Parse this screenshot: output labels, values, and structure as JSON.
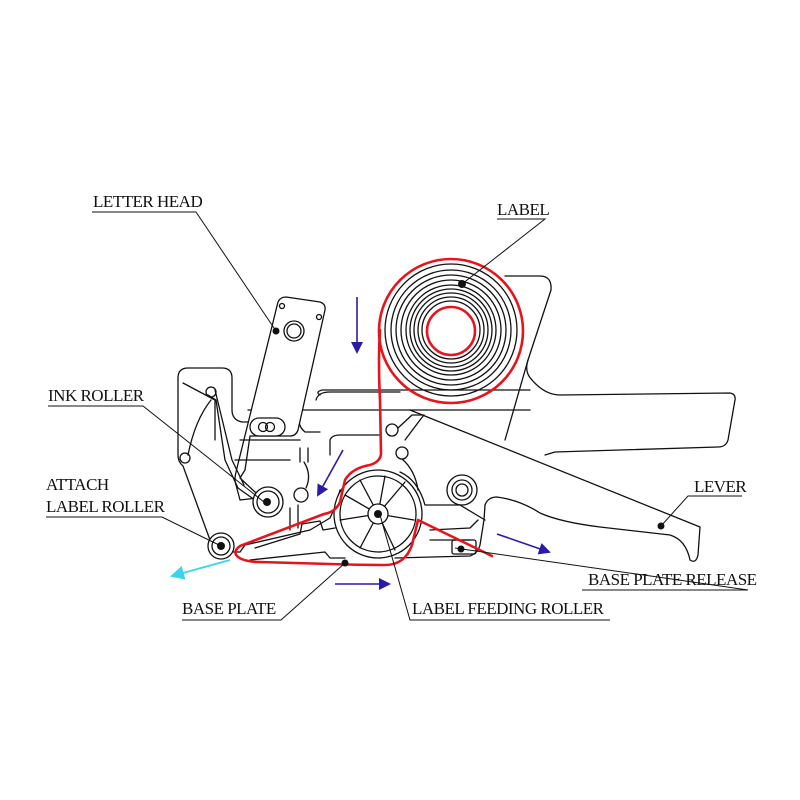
{
  "diagram": {
    "labels": {
      "letter_head": "LETTER HEAD",
      "label": "LABEL",
      "ink_roller": "INK ROLLER",
      "attach_label_roller_line1": "ATTACH",
      "attach_label_roller_line2": "LABEL ROLLER",
      "lever": "LEVER",
      "base_plate_release": "BASE PLATE  RELEASE",
      "base_plate": "BASE PLATE",
      "label_feeding_roller": "LABEL FEEDING ROLLER"
    },
    "colors": {
      "label_path": "#e8141c",
      "feed_arrow": "#2a1aa8",
      "exit_arrow": "#37d6ec",
      "line": "#111111"
    },
    "arrows": [
      {
        "name": "label-down-arrow",
        "direction": "down"
      },
      {
        "name": "label-feed-arrow",
        "direction": "down-left"
      },
      {
        "name": "base-plate-arrow",
        "direction": "right"
      },
      {
        "name": "release-arrow",
        "direction": "down-right"
      },
      {
        "name": "label-exit-arrow",
        "direction": "left"
      }
    ]
  }
}
